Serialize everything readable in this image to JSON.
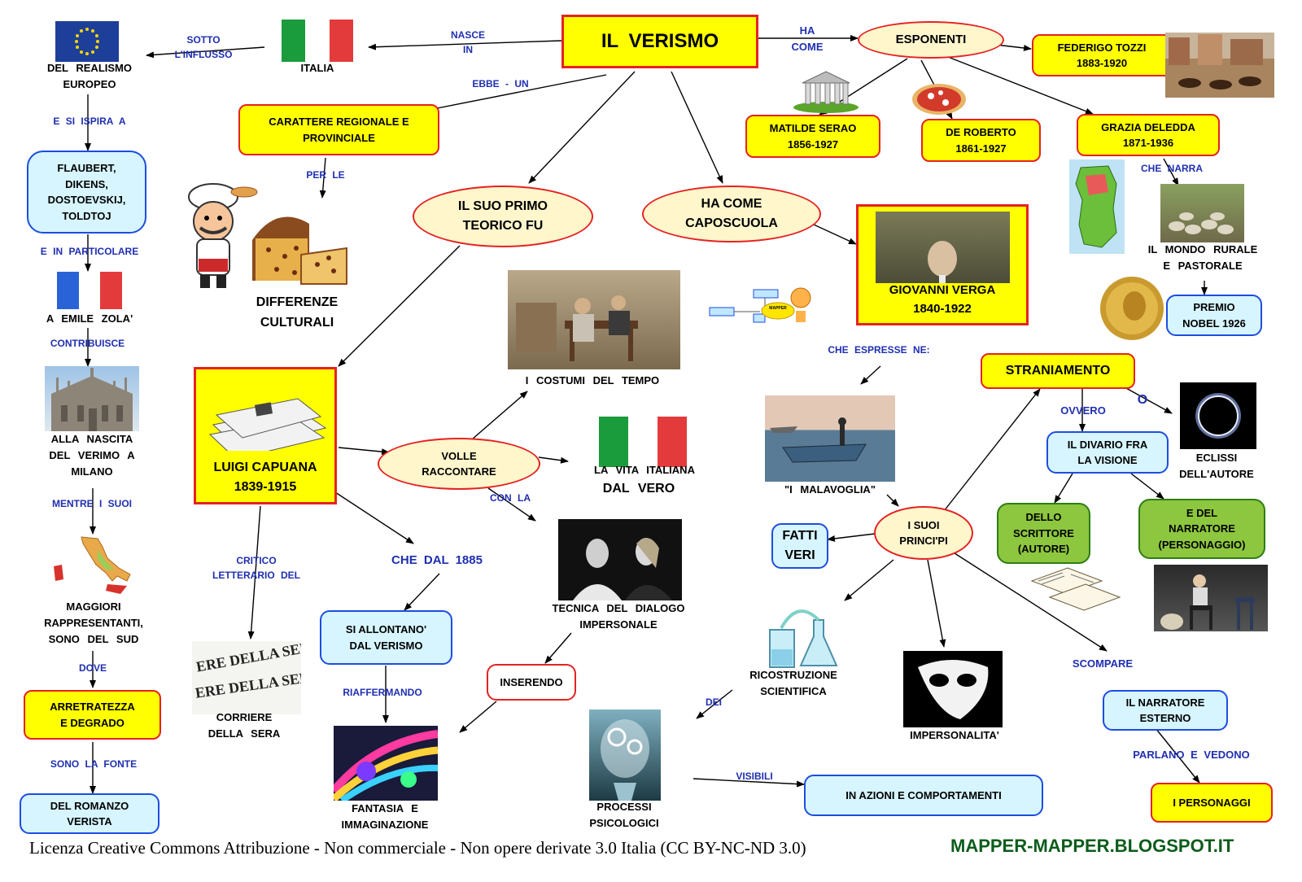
{
  "title": "IL    VERISMO",
  "nodes": {
    "esponenti": "ESPONENTI",
    "tozzi": "FEDERIGO    TOZZI\n1883-1920",
    "serao": "MATILDE     SERAO\n1856-1927",
    "deroberto": "DE    ROBERTO\n1861-1927",
    "deledda": "GRAZIA     DELEDDA\n1871-1936",
    "carattere": "CARATTERE      REGIONALE     E\nPROVINCIALE",
    "differenze": "DIFFERENZE\nCULTURALI",
    "teorico": "IL   SUO   PRIMO\nTEORICO    FU",
    "caposcuola": "HA   COME\nCAPOSCUOLA",
    "verga": "GIOVANNI     VERGA\n1840-1922",
    "capuana": "LUIGI    CAPUANA\n1839-1915",
    "volle": "VOLLE\nRACCONTARE",
    "costumi": "I    COSTUMI     DEL    TEMPO",
    "vita": "LA    VITA     ITALIANA",
    "dalvero": "DAL    VERO",
    "tecnica": "TECNICA    DEL    DIALOGO\nIMPERSONALE",
    "inserendo": "INSERENDO",
    "allontano": "SI     ALLONTANO'\nDAL    VERISMO",
    "fantasia": "FANTASIA    E\nIMMAGINAZIONE",
    "corriere": "CORRIERE\nDELLA    SERA",
    "realismo": "DEL     REALISMO\nEUROPEO",
    "italia": "ITALIA",
    "flaubert": "FLAUBERT,\nDIKENS,\nDOSTOEVSKIJ,\nTOLDTOJ",
    "zola": "A   EMILE    ZOLA'",
    "nascita": "ALLA      NASCITA\nDEL   VERIMO   A\nMILANO",
    "maggiori": "MAGGIORI\nRAPPRESENTANTI,\nSONO   DEL  SUD",
    "arretratezza": "ARRETRATEZZA\nE   DEGRADO",
    "romanzo": "DEL    ROMANZO\nVERISTA",
    "malavoglia": "\"I     MALAVOGLIA\"",
    "principi": "I  SUOI\nPRINCI'PI",
    "fatti": "FATTI\nVERI",
    "ricostruzione": "RICOSTRUZIONE\nSCIENTIFICA",
    "impersonalita": "IMPERSONALITA'",
    "processi": "PROCESSI\nPSICOLOGICI",
    "azioni": "IN    AZIONI    E      COMPORTAMENTI",
    "straniamento": "STRANIAMENTO",
    "divario": "IL    DIVARIO    FRA\nLA   VISIONE",
    "eclissi": "ECLISSI\nDELL'AUTORE",
    "scrittore": "DELLO\nSCRITTORE\n(AUTORE)",
    "narratore_p": "E   DEL\nNARRATORE\n(PERSONAGGIO)",
    "narratore_e": "IL      NARRATORE\nESTERNO",
    "personaggi": "I      PERSONAGGI",
    "mondo": "IL   MONDO      RURALE\nE     PASTORALE",
    "premio": "PREMIO\nNOBEL    1926",
    "mapper": "MAPPER"
  },
  "links": {
    "nasce_in": "NASCE\nIN",
    "ha_come": "HA\nCOME",
    "sotto": "SOTTO\nL'INFLUSSO",
    "ebbe_un": "EBBE  - UN",
    "per_le": "PER   LE",
    "si_ispira": "E   SI    ISPIRA    A",
    "in_particolare": "E   IN      PARTICOLARE",
    "contribuisce": "CONTRIBUISCE",
    "mentre": "MENTRE    I   SUOI",
    "dove": "DOVE",
    "sono_fonte": "SONO     LA     FONTE",
    "che_narra": "CHE      NARRA",
    "che_espresse": "CHE      ESPRESSE      NE:",
    "con_la": "CON    LA",
    "critico": "CRITICO\nLETTERARIO      DEL",
    "che_dal": "CHE    DAL    1885",
    "riaffermando": "RIAFFERMANDO",
    "dei": "DEI",
    "visibili": "VISIBILI",
    "ovvero": "OVVERO",
    "o": "O",
    "scompare": "SCOMPARE",
    "parlano": "PARLANO     E     VEDONO"
  },
  "footer": {
    "license": "Licenza Creative Commons Attribuzione - Non commerciale - Non opere derivate 3.0 Italia (CC BY-NC-ND 3.0)",
    "blog": "MAPPER-MAPPER.BLOGSPOT.IT"
  },
  "colors": {
    "yellow": "#ffff00",
    "red_border": "#e52222",
    "oval_fill": "#fff6cc",
    "blue_box": "#d6f5ff",
    "blue_border": "#1d4de0",
    "green_box": "#8dc63f",
    "link_text": "#1f2fb0",
    "blog_text": "#0b5c1a"
  },
  "images": [
    "flag-italy-icon",
    "newspaper-icon",
    "chef-pizza-icon",
    "panettone-icon",
    "temple-icon",
    "pizza-icon",
    "palio-horses-icon",
    "sardinia-map-icon",
    "sheep-flock-icon",
    "nobel-medal-icon",
    "verga-portrait-icon",
    "mapper-robot-icon",
    "painting-costumi-icon",
    "actors-dialogue-icon",
    "fisherman-boat-icon",
    "eclipse-icon",
    "open-books-icon",
    "stage-actor-icon",
    "milan-duomo-icon",
    "italy-map-icon",
    "corriere-newspaper-icon",
    "fantasy-art-icon",
    "head-gears-icon",
    "lab-flasks-icon",
    "theater-mask-icon",
    "flag-france-icon"
  ]
}
